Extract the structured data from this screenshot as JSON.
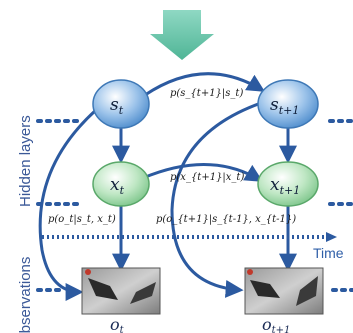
{
  "labels": {
    "hidden_layers": "Hidden layers",
    "observations": "Observations",
    "time": "Time"
  },
  "nodes": {
    "s_t": {
      "main": "s",
      "sub": "t"
    },
    "s_t1": {
      "main": "s",
      "sub": "t+1"
    },
    "x_t": {
      "main": "x",
      "sub": "t"
    },
    "x_t1": {
      "main": "x",
      "sub": "t+1"
    }
  },
  "observations": {
    "o_t": {
      "main": "o",
      "sub": "t"
    },
    "o_t1": {
      "main": "o",
      "sub": "t+1"
    }
  },
  "probabilities": {
    "s_transition": "p(s_{t+1}|s_t)",
    "x_transition": "p(x_{t+1}|x_t)",
    "obs_t": "p(o_t|s_t, x_t)",
    "obs_t1": "p(o_{t+1}|s_{t-1}, x_{t-1})"
  },
  "colors": {
    "top_arrow": "#6cc6ad",
    "s_node": "#5b9bd5",
    "x_node": "#8fd19e",
    "edge": "#2c5aa0",
    "dotted": "#2c5aa0"
  }
}
